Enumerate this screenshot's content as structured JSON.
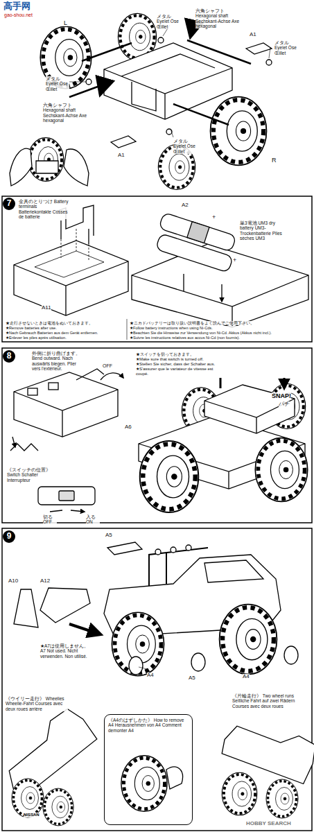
{
  "diagram": {
    "nodes": [
      {
        "text": [
          "7"
        ]
      },
      {
        "text": [
          "8"
        ]
      },
      {
        "text": [
          "9"
        ]
      },
      {
        "text": [
          "《A4のはずしかた》 How to remove A4 Herausnehmen von A4 Comment demonter A4"
        ]
      }
    ],
    "labels": [
      "高手网",
      "gao-shou.net",
      "L",
      "メタル Eyelet Öse Œillet",
      "六角シャフト Hexagonal shaft Sechskant-Achse Axe hexagonal",
      "A1",
      "メタル Eyelet Öse Œillet",
      "メタル Eyelet Öse Œillet",
      "六角シャフト Hexagonal shaft Sechskant-Achse Axe hexagonal",
      "R",
      "A1",
      "メタル Eyelet Öse Œillet",
      "金具のとりつけ Battery terminals Batteriekontakte Cosses de batterie",
      "A11",
      "A2",
      "単3電池 UM3 dry battery UM3-Trockenbatterie Piles sèches UM3",
      "+",
      "+",
      "★走行させないときは電池をぬいておきます。",
      "★Remove batteries after use.",
      "★Nach Gebrauch Batterien aus dem Gerät entfernen.",
      "★Enlever les piles après utilisation.",
      "★ニカドバッテリーは取り扱い説明書をよく読んでご使用下さい。",
      "★Follow battery instructions when using Ni-Cds.",
      "★Beachten Sie die Hinweise zur Verwendung von Ni-Cd. Akkus (Akkus nicht incl.).",
      "★Suivre les instructions relatives aux accus Ni-Cd (non fournis).",
      "外側に折り曲げます。 Bend outward. Nach auswärts biegen. Plier vers l'extérieur.",
      "OFF",
      "★スイッチを切っておきます。",
      "★Make sure that switch is turned off.",
      "★Stellen Sie sicher, dass der Schalter aus.",
      "★S'assurer que le variateur de vitesse est coupé.",
      "SNAP!",
      "パチ",
      "A6",
      "《スイッチの位置》 Switch Schalter Interrupteur",
      "切る OFF",
      "入る ON",
      "A5",
      "A10",
      "A12",
      "★A7は使用しません。 A7 Not used. Nicht verwenden. Non utilisé.",
      "A4",
      "A5",
      "A4",
      "《ウイリー走行》 Wheelies Wheelie-Fahrt Courses avec deux roues arrière",
      "《片輪走行》 Two wheel runs Seitliche Fahrt auf zwei Rädern Courses avec deux roues",
      "NISSAN",
      "HOBBY SEARCH"
    ]
  }
}
